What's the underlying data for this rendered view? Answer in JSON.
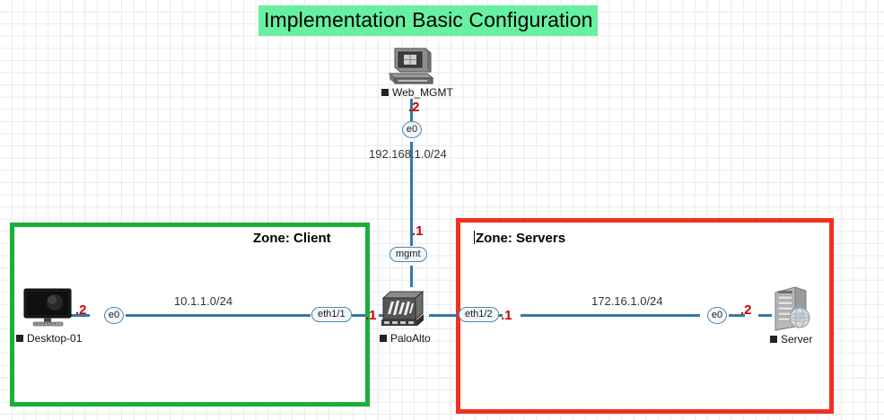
{
  "diagram": {
    "title": "Implementation Basic Configuration",
    "title_bg_color": "#66f0a0",
    "canvas_bg": "#ffffff",
    "grid": true,
    "link_color": "#2f7ba3",
    "octet_color": "#cc0000"
  },
  "zones": [
    {
      "name": "zone-client",
      "label": "Zone: Client",
      "border_color": "#19b03a"
    },
    {
      "name": "zone-servers",
      "label": "Zone: Servers",
      "border_color": "#f03122"
    }
  ],
  "devices": [
    {
      "name": "web-mgmt",
      "label": "Web_MGMT",
      "icon": "crt-computer-icon"
    },
    {
      "name": "desktop-01",
      "label": "Desktop-01",
      "icon": "flat-monitor-icon"
    },
    {
      "name": "paloalto",
      "label": "PaloAlto",
      "icon": "firewall-icon"
    },
    {
      "name": "server",
      "label": "Server",
      "icon": "server-tower-icon"
    }
  ],
  "interfaces": {
    "web_mgmt_e0": "e0",
    "fw_mgmt": "mgmt",
    "fw_eth1_1": "eth1/1",
    "fw_eth1_2": "eth1/2",
    "desktop_e0": "e0",
    "server_e0": "e0"
  },
  "octets": {
    "web_mgmt": ".2",
    "fw_mgmt": ".1",
    "fw_eth1_1": ".1",
    "fw_eth1_2": ".1",
    "desktop": ".2",
    "server": ".2"
  },
  "subnets": {
    "mgmt": "192.168.1.0/24",
    "client": "10.1.1.0/24",
    "servers": "172.16.1.0/24"
  }
}
